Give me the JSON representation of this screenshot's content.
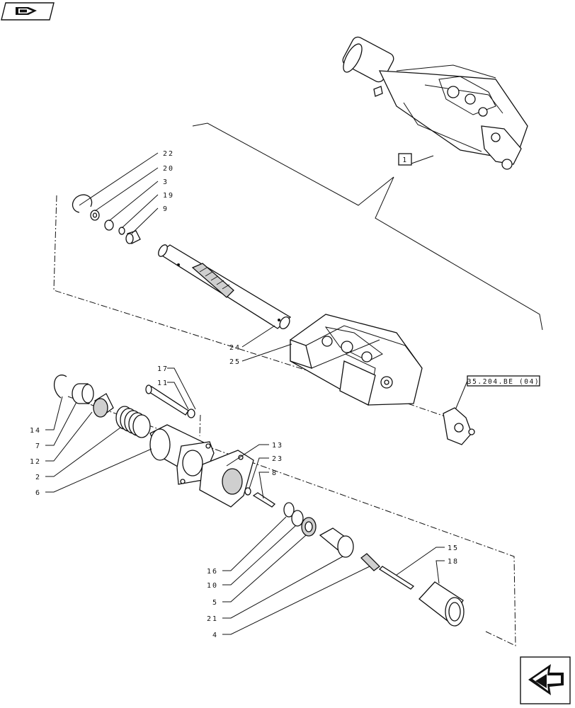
{
  "diagram": {
    "references": {
      "assembly_box": "1",
      "see_ref": "35.204.BE (04)"
    },
    "callouts": [
      {
        "id": "22",
        "label": "22"
      },
      {
        "id": "20",
        "label": "20"
      },
      {
        "id": "3",
        "label": "3"
      },
      {
        "id": "19",
        "label": "19"
      },
      {
        "id": "9",
        "label": "9"
      },
      {
        "id": "24",
        "label": "24"
      },
      {
        "id": "25",
        "label": "25"
      },
      {
        "id": "17",
        "label": "17"
      },
      {
        "id": "11",
        "label": "11"
      },
      {
        "id": "14",
        "label": "14"
      },
      {
        "id": "7",
        "label": "7"
      },
      {
        "id": "12",
        "label": "12"
      },
      {
        "id": "2",
        "label": "2"
      },
      {
        "id": "6",
        "label": "6"
      },
      {
        "id": "13",
        "label": "13"
      },
      {
        "id": "23",
        "label": "23"
      },
      {
        "id": "8",
        "label": "8"
      },
      {
        "id": "16",
        "label": "16"
      },
      {
        "id": "10",
        "label": "10"
      },
      {
        "id": "5",
        "label": "5"
      },
      {
        "id": "21",
        "label": "21"
      },
      {
        "id": "4",
        "label": "4"
      },
      {
        "id": "15",
        "label": "15"
      },
      {
        "id": "18",
        "label": "18"
      }
    ],
    "icons": {
      "top_left": "prev-page-hand-icon",
      "bottom_right": "next-page-arrow-icon"
    }
  }
}
